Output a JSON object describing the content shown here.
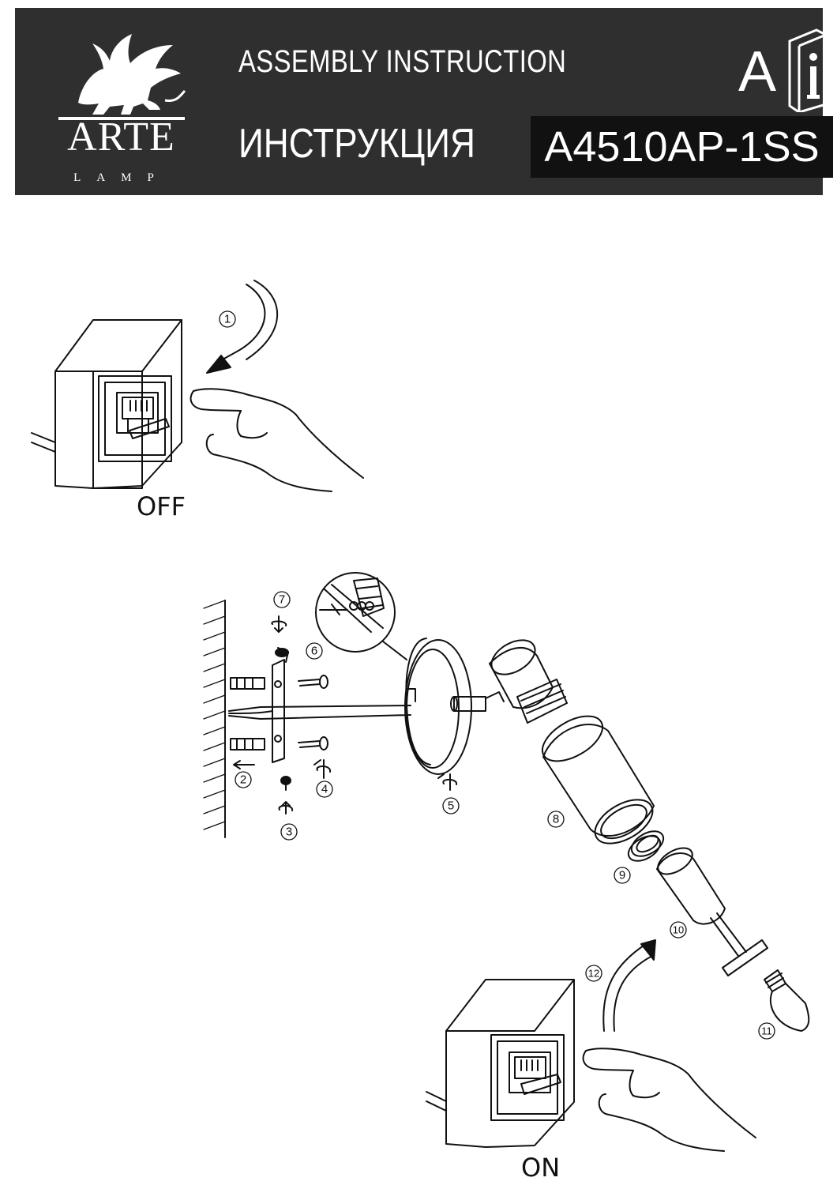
{
  "header": {
    "brand": "ARTE",
    "brand_sub": "LAMP",
    "title_en": "ASSEMBLY INSTRUCTION",
    "title_ru": "ИНСТРУКЦИЯ",
    "model": "A4510AP-1SS",
    "language_letter": "A",
    "info_icon_glyph": "i"
  },
  "steps": {
    "switch_off_label": "OFF",
    "switch_on_label": "ON",
    "callouts": [
      "1",
      "2",
      "3",
      "4",
      "5",
      "6",
      "7",
      "8",
      "9",
      "10",
      "11",
      "12"
    ]
  }
}
